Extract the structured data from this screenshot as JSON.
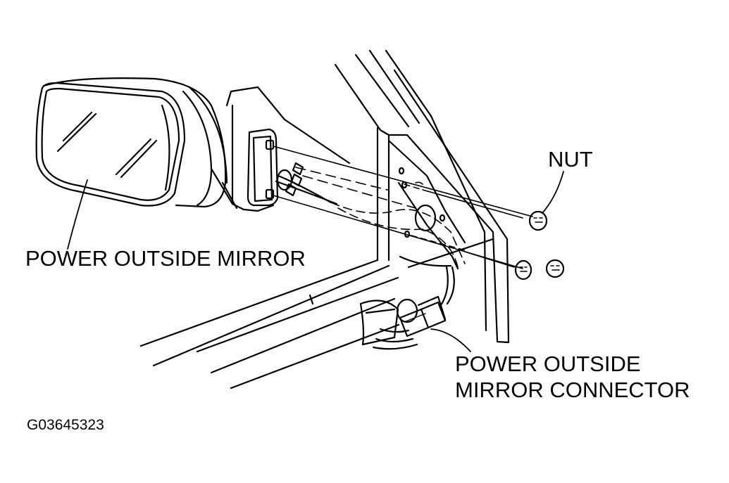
{
  "labels": {
    "nut": "NUT",
    "mirror": "POWER OUTSIDE MIRROR",
    "connector_line1": "POWER OUTSIDE",
    "connector_line2": "MIRROR CONNECTOR",
    "figure_code": "G03645323"
  },
  "colors": {
    "ink": "#000000",
    "paper": "#ffffff"
  }
}
